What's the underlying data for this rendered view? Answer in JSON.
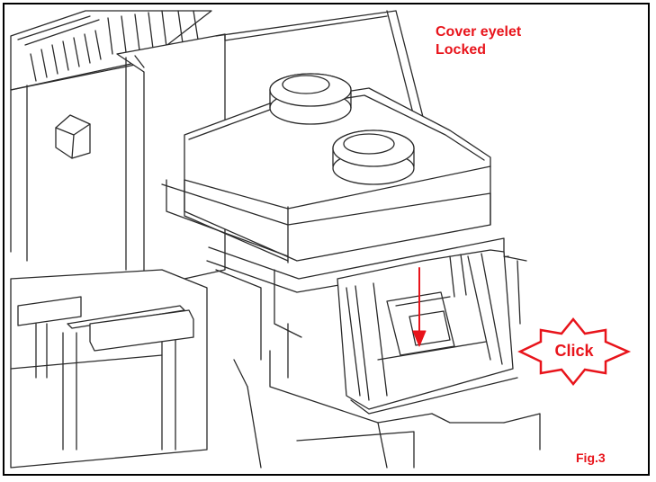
{
  "annotation": {
    "line1": "Cover eyelet",
    "line2": "Locked"
  },
  "click_label": "Click",
  "figure_label": "Fig.3",
  "colors": {
    "annotation": "#e8141b",
    "line_art": "#2a2a2a",
    "frame": "#000000"
  }
}
